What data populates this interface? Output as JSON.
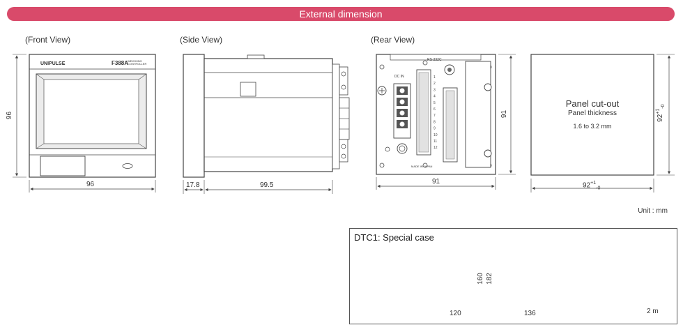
{
  "header": {
    "title": "External dimension"
  },
  "views": {
    "front": "(Front View)",
    "side": "(Side View)",
    "rear": "(Rear View)"
  },
  "front": {
    "brand": "UNIPULSE",
    "model": "F388A",
    "model_sub": "WEIGHING CONTROLLER",
    "width_dim": "96",
    "height_dim": "96"
  },
  "side": {
    "front_depth_dim": "17.8",
    "body_depth_dim": "99.5"
  },
  "rear": {
    "port_label": "RS-232C",
    "dc_label": "DC IN",
    "made_in": "MADE IN JAPAN",
    "terminal_numbers": [
      "1",
      "2",
      "3",
      "4",
      "5",
      "6",
      "7",
      "8",
      "9",
      "10",
      "11",
      "12"
    ],
    "width_dim": "91",
    "height_dim": "91"
  },
  "panel_cutout": {
    "title": "Panel cut-out",
    "subtitle": "Panel thickness",
    "range": "1.6 to 3.2 mm",
    "width_dim": "92",
    "height_dim": "92",
    "tolerance_plus": "+1",
    "tolerance_minus": "-0"
  },
  "unit": "Unit : mm",
  "dtc1": {
    "title": "DTC1: Special case",
    "width_dim": "120",
    "height_inner_dim": "160",
    "height_outer_dim": "182",
    "depth_dim": "136",
    "cable_dim": "2 m"
  },
  "colors": {
    "banner": "#d94a6a",
    "line": "#444444",
    "device_grey": "#c8c8c8"
  }
}
